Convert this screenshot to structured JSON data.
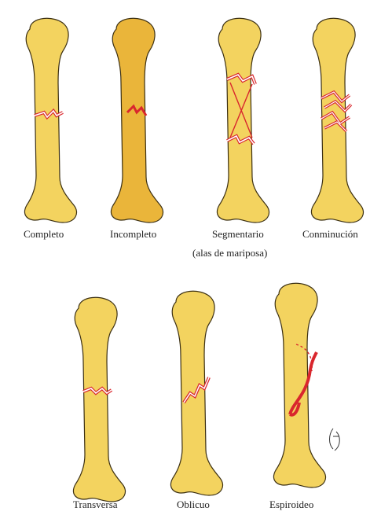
{
  "colors": {
    "bone_fill": "#f3d35f",
    "bone_fill_dark": "#eab53a",
    "bone_stroke": "#3b2f12",
    "fracture_red": "#d9262d",
    "fracture_white": "#ffffff"
  },
  "fracture_types": [
    {
      "label": "Completo",
      "icon": "bone-complete-fracture-icon"
    },
    {
      "label": "Incompleto",
      "icon": "bone-incomplete-fracture-icon"
    },
    {
      "label": "Segmentario",
      "sublabel": "(alas de mariposa)",
      "icon": "bone-segmental-fracture-icon"
    },
    {
      "label": "Conminución",
      "icon": "bone-comminuted-fracture-icon"
    },
    {
      "label": "Transversa",
      "icon": "bone-transverse-fracture-icon"
    },
    {
      "label": "Oblicuo",
      "icon": "bone-oblique-fracture-icon"
    },
    {
      "label": "Espiroideo",
      "icon": "bone-spiral-fracture-icon"
    }
  ]
}
